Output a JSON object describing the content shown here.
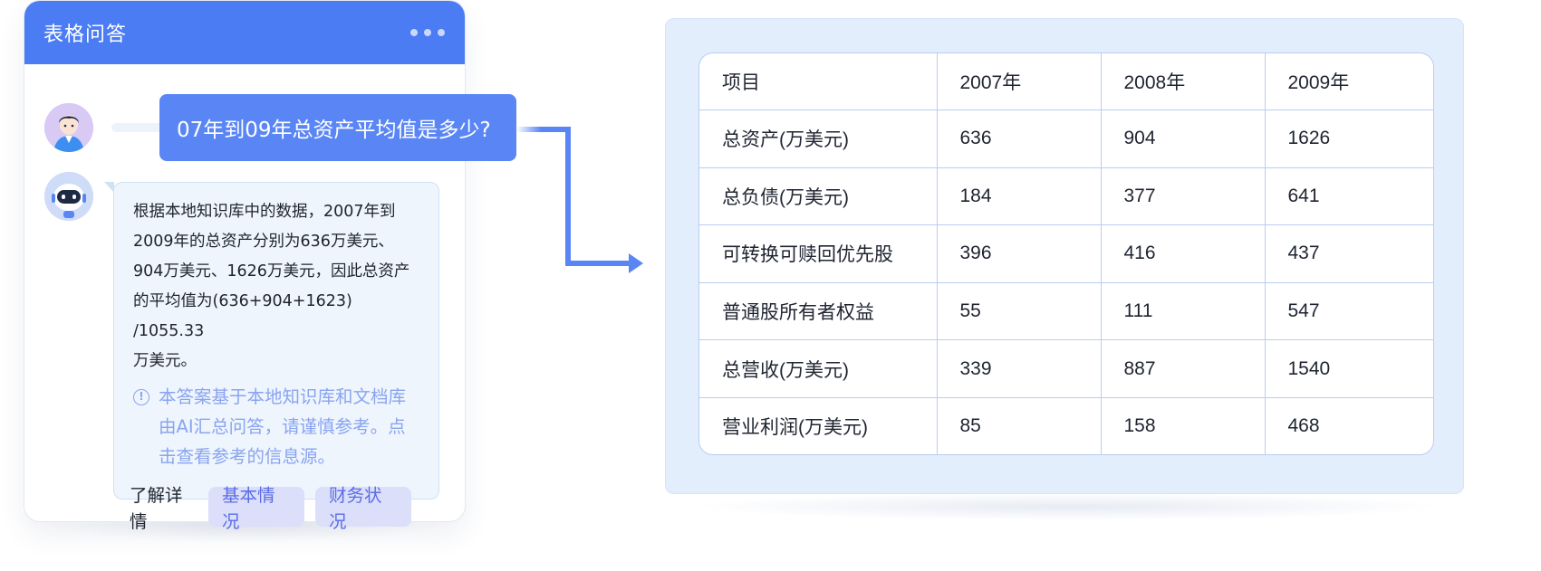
{
  "chat": {
    "title": "表格问答",
    "question": "07年到09年总资产平均值是多少?",
    "answer_lines": [
      "根据本地知识库中的数据，2007年到",
      "2009年的总资产分别为636万美元、",
      "904万美元、1626万美元，因此总资产",
      "的平均值为(636+904+1623) /1055.33",
      "万美元。"
    ],
    "notice_lines": [
      "本答案基于本地知识库和文档库",
      "由AI汇总问答，请谨慎参考。点",
      "击查看参考的信息源。"
    ],
    "notice_icon": "info-icon",
    "actions_label": "了解详情",
    "chips": [
      "基本情况",
      "财务状况"
    ]
  },
  "table": {
    "headers": [
      "项目",
      "2007年",
      "2008年",
      "2009年"
    ],
    "rows": [
      [
        "总资产(万美元)",
        "636",
        "904",
        "1626"
      ],
      [
        "总负债(万美元)",
        "184",
        "377",
        "641"
      ],
      [
        "可转换可赎回优先股",
        "396",
        "416",
        "437"
      ],
      [
        "普通股所有者权益",
        "55",
        "111",
        "547"
      ],
      [
        "总营收(万美元)",
        "339",
        "887",
        "1540"
      ],
      [
        "营业利润(万美元)",
        "85",
        "158",
        "468"
      ]
    ]
  },
  "colors": {
    "accent": "#4b7cf3",
    "user_bubble": "#5a86f5",
    "bot_bubble": "#eef5fd",
    "chip": "#dcdffa",
    "notice_text": "#8aa4f0",
    "table_panel": "#e3eefd",
    "table_border": "#b9cdef"
  }
}
